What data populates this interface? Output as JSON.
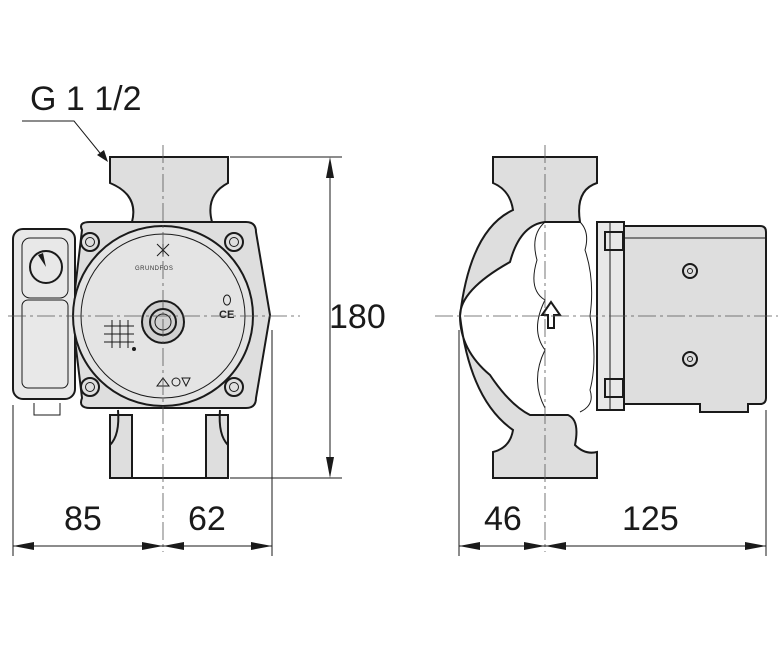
{
  "thread_label": "G 1 1/2",
  "dimensions": {
    "height": "180",
    "front_left": "85",
    "front_right": "62",
    "side_left": "46",
    "side_right": "125"
  },
  "pump_face": {
    "brand_logo_text": "GRUNDFOS",
    "ce_mark": "CE"
  }
}
